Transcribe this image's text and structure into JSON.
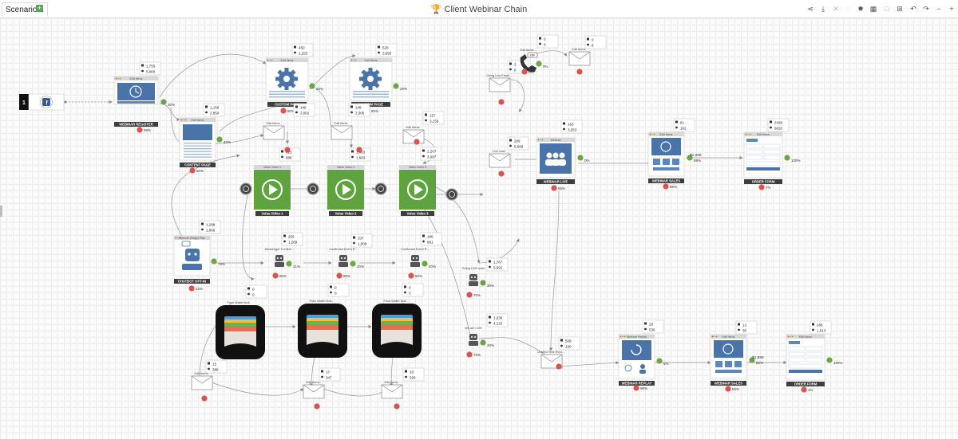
{
  "tab": {
    "label": "Scenario 1",
    "add": "+"
  },
  "title": {
    "icon": "trophy-icon",
    "text": "Client Webinar Chain"
  },
  "toolbar": {
    "icons": [
      "share-icon",
      "download-icon",
      "close-icon",
      "help-icon",
      "settings-icon",
      "calculator-icon",
      "square-icon",
      "grid-icon",
      "undo-icon",
      "redo-icon",
      "zoom-out-icon",
      "zoom-in-icon"
    ]
  },
  "colors": {
    "accent": "#4a73aa",
    "green": "#6ca646",
    "red": "#d9534f",
    "label_bg": "#3d3d3d"
  },
  "source": {
    "badge": "1",
    "icon": "facebook-icon"
  },
  "pages": [
    {
      "id": "webinar-register",
      "bar": "Edit Items",
      "label": "WEBINAR REGISTER",
      "type": "register",
      "pct": "30%",
      "pct2": "69%",
      "stat1": "1,755",
      "stat2": "5,800"
    },
    {
      "id": "content-page",
      "bar": "Edit Items",
      "label": "CONTENT PAGE",
      "type": "content",
      "pct": "40%",
      "pct2": "60%",
      "stat1": "1,158",
      "stat2": "2,850"
    },
    {
      "id": "custom-page-1",
      "bar": "Edit Items",
      "label": "CUSTOM PAGE",
      "type": "gear",
      "pct": "20%",
      "pct2": "80%",
      "stat1": "450",
      "stat2": "2,253"
    },
    {
      "id": "custom-page-2",
      "bar": "Edit Items",
      "label": "CUSTOM PAGE",
      "type": "gear",
      "pct": "20%",
      "pct2": "80%",
      "stat1": "520",
      "stat2": "3,650"
    },
    {
      "id": "webinar-live",
      "bar": "Webinar",
      "label": "WEBINAR LIVE",
      "type": "live",
      "pct": "0%",
      "pct2": "86%",
      "stat1": "163",
      "stat2": "3,253"
    },
    {
      "id": "webinar-sales-1",
      "bar": "Edit Items",
      "label": "WEBINAR SALES",
      "type": "sales",
      "pct": "69%",
      "pct2": "86%",
      "stat1": "81",
      "stat2": "162",
      "money": "$1,986"
    },
    {
      "id": "order-form-1",
      "bar": "Edit Items",
      "label": "ORDER FORM",
      "type": "order",
      "pct": "100%",
      "pct2": "7%",
      "stat1": "2436",
      "stat2": "6020"
    },
    {
      "id": "chatbot-opt-in",
      "bar": "Website Widget Plan",
      "label": "CHATBOT OPT-IN",
      "type": "chatbot",
      "pct": "79%",
      "pct2": "22%",
      "stat1": "1,298",
      "stat2": "1,866"
    },
    {
      "id": "webinar-replay",
      "bar": "Webinar Replay",
      "label": "WEBINAR REPLAY",
      "type": "replay",
      "pct": "5%",
      "pct2": "90%",
      "stat1": "28",
      "stat2": "536"
    },
    {
      "id": "webinar-sales-2",
      "bar": "Edit Items",
      "label": "WEBINAR SALES",
      "type": "sales",
      "pct": "82%",
      "pct2": "50%",
      "stat1": "13",
      "stat2": "36",
      "money": "$1,986"
    },
    {
      "id": "order-form-2",
      "bar": "Edit Items",
      "label": "ORDER FORM",
      "type": "order",
      "pct": "100%",
      "pct2": "4%",
      "stat1": "286",
      "stat2": "1,513"
    }
  ],
  "videos": [
    {
      "id": "value-video-1",
      "bar": "Value Video 1",
      "label": "Value Video 1"
    },
    {
      "id": "value-video-2",
      "bar": "Value Video 2",
      "label": "Value Video 2"
    },
    {
      "id": "value-video-3",
      "bar": "Value Video 3",
      "label": "Value Video 3"
    }
  ],
  "emails": [
    {
      "id": "email-1",
      "label": "Edit Items",
      "stat1": "823",
      "stat2": "889"
    },
    {
      "id": "email-2",
      "label": "Edit Items",
      "stat1": "1,483",
      "stat2": "1,683"
    },
    {
      "id": "email-3",
      "label": "Edit Items",
      "stat1": "157",
      "stat2": "3,159"
    },
    {
      "id": "email-4",
      "label": "Going Live Email...",
      "stat1": "3",
      "stat2": "8"
    },
    {
      "id": "email-5",
      "label": "Edit Items",
      "stat1": "0",
      "stat2": "8"
    },
    {
      "id": "email-6",
      "label": "Live Now",
      "stat1": "209",
      "stat2": "5,689"
    },
    {
      "id": "email-7",
      "label": "Edit Items",
      "stat1": "15",
      "stat2": "388"
    },
    {
      "id": "email-8",
      "label": "Edit Items",
      "stat1": "17",
      "stat2": "347"
    },
    {
      "id": "email-9",
      "label": "Edit Items",
      "stat1": "10",
      "stat2": "329"
    },
    {
      "id": "email-10",
      "label": "Limited Time Repl...",
      "stat1": "508",
      "stat2": "130"
    }
  ],
  "phone": {
    "label": "Edit Items",
    "stat1": "0",
    "stat2": "0",
    "badge": "EMF",
    "pct": "0%",
    "pct2": "0%"
  },
  "bots": [
    {
      "id": "bot-1",
      "label": "Messenger Confirm...",
      "stat1": "259",
      "stat2": "1,289",
      "pct": "21%",
      "pct2": "80%"
    },
    {
      "id": "bot-2",
      "label": "Confirmed Event R...",
      "stat1": "207",
      "stat2": "1,009",
      "pct": "20%",
      "pct2": "80%"
    },
    {
      "id": "bot-3",
      "label": "Confirmed Event R...",
      "stat1": "186",
      "stat2": "881",
      "pct": "20%",
      "pct2": "80%"
    },
    {
      "id": "bot-4",
      "label": "Going LIVE soon",
      "stat1": "1,767",
      "stat2": "5,691",
      "pct": "30%",
      "pct2": "70%"
    },
    {
      "id": "bot-5",
      "label": "We are LIVE",
      "stat1": "1,236",
      "stat2": "4,123",
      "pct": "30%",
      "pct2": "70%"
    }
  ],
  "wallets": [
    {
      "id": "wallet-1",
      "label": "Push Wallet Noti...",
      "stat1": "0",
      "stat2": "0"
    },
    {
      "id": "wallet-2",
      "label": "Push Wallet Noti...",
      "stat1": "0",
      "stat2": "0"
    },
    {
      "id": "wallet-3",
      "label": "Push Wallet Noti...",
      "stat1": "0",
      "stat2": "0"
    }
  ],
  "extra_stats": [
    {
      "id": "stat-videos-1",
      "stat1": "148",
      "stat2": "3,002"
    },
    {
      "id": "stat-videos-2",
      "stat1": "148",
      "stat2": "3,305"
    },
    {
      "id": "stat-videos-3",
      "stat1": "2,207",
      "stat2": "3,097"
    }
  ]
}
